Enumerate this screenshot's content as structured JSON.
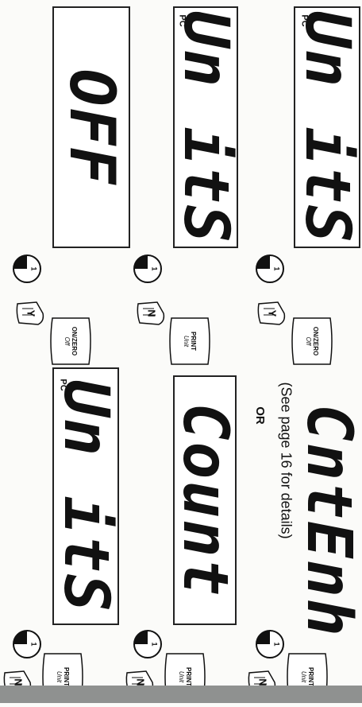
{
  "displays": {
    "off": "OFF",
    "units_1": "Un itS",
    "units_2": "Un itS",
    "units_3": "Un itS",
    "count": "Count",
    "cntenh": "CntEnh"
  },
  "pc_indicator": "PC",
  "buttons": {
    "onzero_label": "ON/ZERO",
    "onzero_sub": "Off",
    "print_label": "PRINT",
    "print_sub": "Unit"
  },
  "keys": {
    "yes": "Y",
    "no": "N"
  },
  "timer_value": "1",
  "or_label": "OR",
  "see_page_note": "(See page 16 for details)"
}
